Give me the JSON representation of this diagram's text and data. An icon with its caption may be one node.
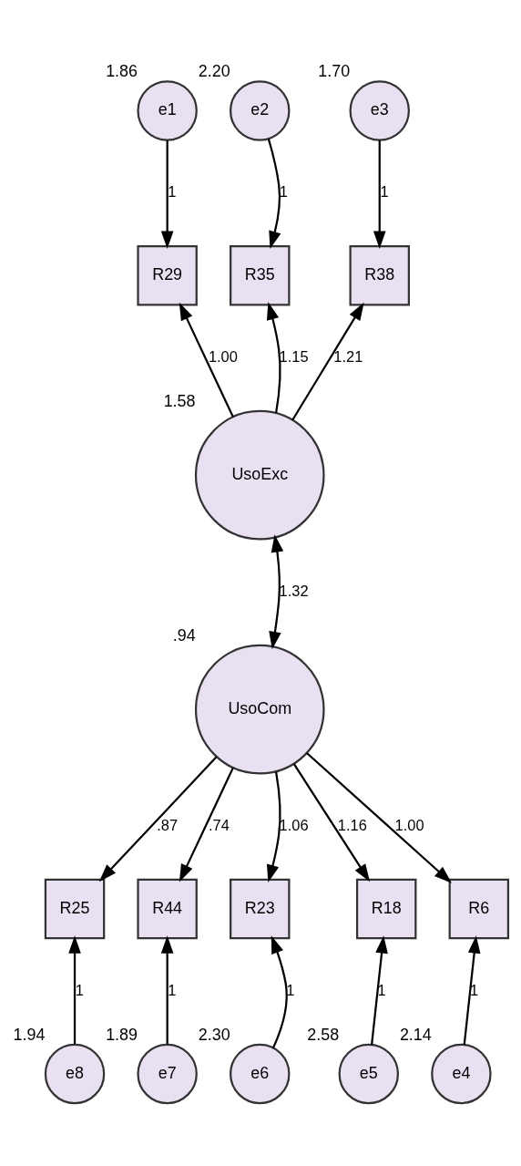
{
  "diagram": {
    "nodes": [
      {
        "text": [
          "e1"
        ],
        "beside": [
          "1.86"
        ]
      },
      {
        "text": [
          "e2"
        ],
        "beside": [
          "2.20"
        ]
      },
      {
        "text": [
          "e3"
        ],
        "beside": [
          "1.70"
        ]
      },
      {
        "text": [
          "R29"
        ]
      },
      {
        "text": [
          "R35"
        ]
      },
      {
        "text": [
          "R38"
        ]
      },
      {
        "text": [
          "UsoExc"
        ],
        "beside": [
          "1.58"
        ]
      },
      {
        "text": [
          "UsoCom"
        ],
        "beside": [
          ".94"
        ]
      },
      {
        "text": [
          "R25"
        ]
      },
      {
        "text": [
          "R44"
        ]
      },
      {
        "text": [
          "R23"
        ]
      },
      {
        "text": [
          "R18"
        ]
      },
      {
        "text": [
          "R6"
        ]
      },
      {
        "text": [
          "e8"
        ],
        "beside": [
          "1.94"
        ]
      },
      {
        "text": [
          "e7"
        ],
        "beside": [
          "1.89"
        ]
      },
      {
        "text": [
          "e6"
        ],
        "beside": [
          "2.30"
        ]
      },
      {
        "text": [
          "e5"
        ],
        "beside": [
          "2.58"
        ]
      },
      {
        "text": [
          "e4"
        ],
        "beside": [
          "2.14"
        ]
      }
    ],
    "edges": [
      {
        "from": 0,
        "to": 3,
        "arrow": "to",
        "label": "1"
      },
      {
        "from": 1,
        "to": 4,
        "arrow": "to",
        "label": "1"
      },
      {
        "from": 2,
        "to": 5,
        "arrow": "to",
        "label": "1"
      },
      {
        "from": 6,
        "to": 3,
        "arrow": "to",
        "label": "1.00"
      },
      {
        "from": 6,
        "to": 4,
        "arrow": "to",
        "label": "1.15"
      },
      {
        "from": 6,
        "to": 5,
        "arrow": "to",
        "label": "1.21"
      },
      {
        "from": 6,
        "to": 7,
        "arrow": "both",
        "label": "1.32"
      },
      {
        "from": 7,
        "to": 8,
        "arrow": "to",
        "label": ".87"
      },
      {
        "from": 7,
        "to": 9,
        "arrow": "to",
        "label": ".74"
      },
      {
        "from": 7,
        "to": 10,
        "arrow": "to",
        "label": "1.06"
      },
      {
        "from": 7,
        "to": 11,
        "arrow": "to",
        "label": "1.16"
      },
      {
        "from": 7,
        "to": 12,
        "arrow": "to",
        "label": "1.00"
      },
      {
        "from": 13,
        "to": 8,
        "arrow": "to",
        "label": "1"
      },
      {
        "from": 14,
        "to": 9,
        "arrow": "to",
        "label": "1"
      },
      {
        "from": 15,
        "to": 10,
        "arrow": "to",
        "label": "1"
      },
      {
        "from": 16,
        "to": 11,
        "arrow": "to",
        "label": "1"
      },
      {
        "from": 17,
        "to": 12,
        "arrow": "to",
        "label": "1"
      }
    ]
  }
}
